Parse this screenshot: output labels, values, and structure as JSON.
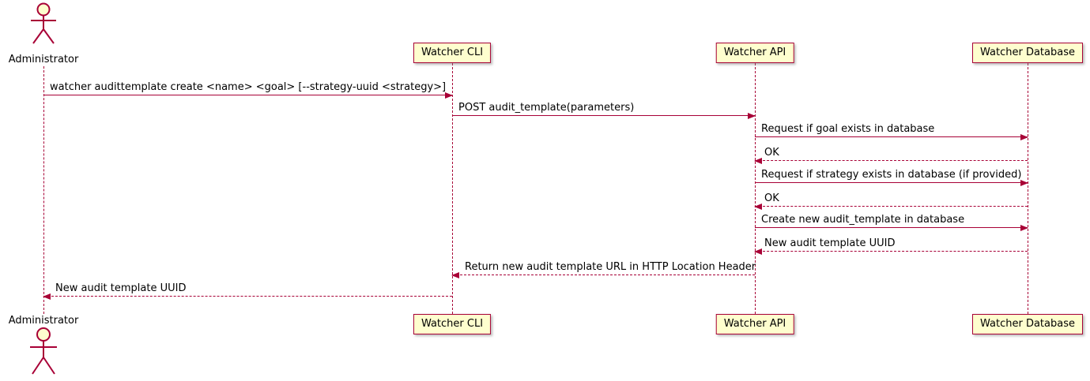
{
  "diagram": {
    "type": "sequence",
    "colors": {
      "participant_fill": "#FEFECE",
      "stroke": "#A80036",
      "text": "#000000",
      "background": "#FFFFFF"
    }
  },
  "actors": {
    "administrator": {
      "label": "Administrator"
    }
  },
  "participants": [
    {
      "id": "watcher-cli",
      "label": "Watcher CLI"
    },
    {
      "id": "watcher-api",
      "label": "Watcher API"
    },
    {
      "id": "watcher-db",
      "label": "Watcher Database"
    }
  ],
  "messages": [
    {
      "from": "Administrator",
      "to": "Watcher CLI",
      "line": "solid",
      "label": "watcher audittemplate create <name> <goal> [--strategy-uuid <strategy>]"
    },
    {
      "from": "Watcher CLI",
      "to": "Watcher API",
      "line": "solid",
      "label": "POST audit_template(parameters)"
    },
    {
      "from": "Watcher API",
      "to": "Watcher Database",
      "line": "solid",
      "label": "Request if goal exists in database"
    },
    {
      "from": "Watcher Database",
      "to": "Watcher API",
      "line": "dashed",
      "label": "OK"
    },
    {
      "from": "Watcher API",
      "to": "Watcher Database",
      "line": "solid",
      "label": "Request if strategy exists in database (if provided)"
    },
    {
      "from": "Watcher Database",
      "to": "Watcher API",
      "line": "dashed",
      "label": "OK"
    },
    {
      "from": "Watcher API",
      "to": "Watcher Database",
      "line": "solid",
      "label": "Create new audit_template in database"
    },
    {
      "from": "Watcher Database",
      "to": "Watcher API",
      "line": "dashed",
      "label": "New audit template UUID"
    },
    {
      "from": "Watcher API",
      "to": "Watcher CLI",
      "line": "dashed",
      "label": "Return new audit template URL in HTTP Location Header"
    },
    {
      "from": "Watcher CLI",
      "to": "Administrator",
      "line": "dashed",
      "label": "New audit template UUID"
    }
  ]
}
